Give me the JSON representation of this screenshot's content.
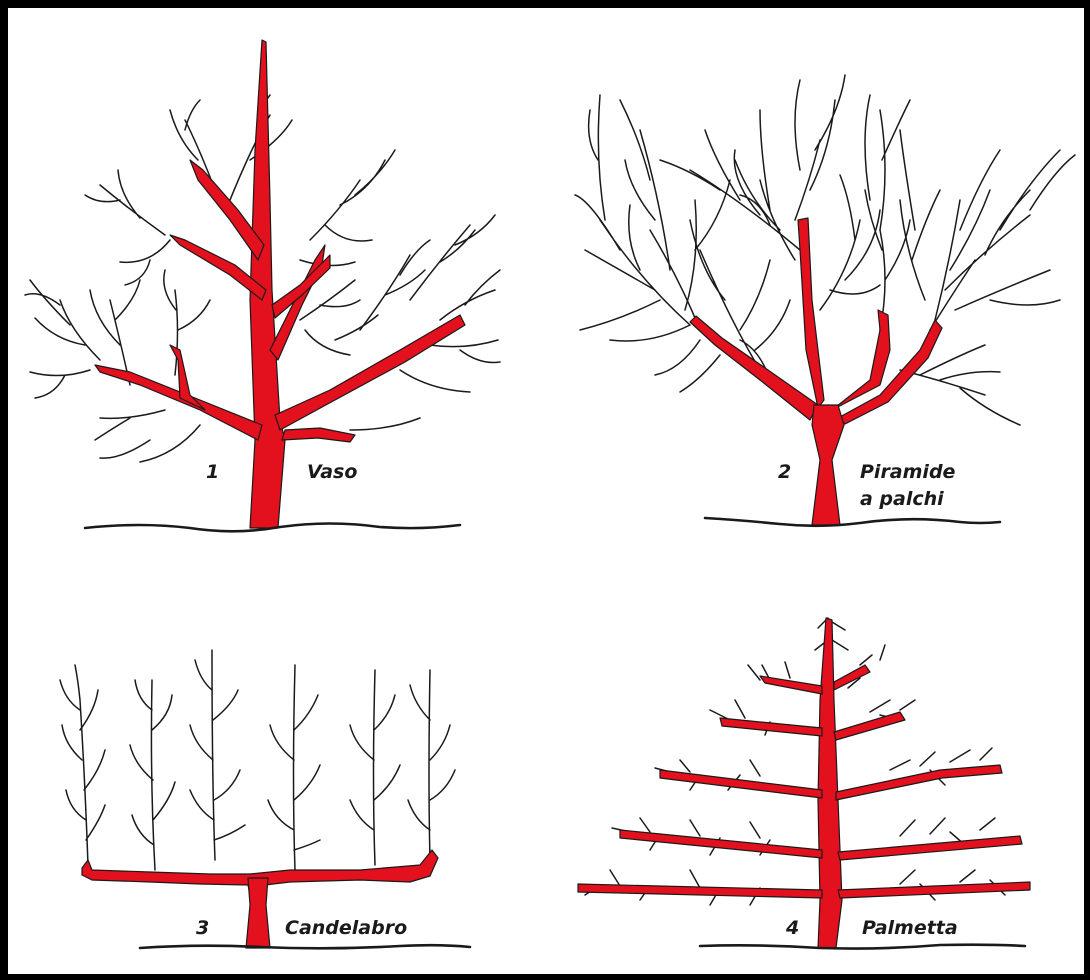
{
  "colors": {
    "frame": "#000000",
    "background": "#ffffff",
    "scaffold": "#e3101e",
    "outline": "#1a1a1a"
  },
  "panels": [
    {
      "number": "1",
      "name_lines": [
        "Vaso"
      ]
    },
    {
      "number": "2",
      "name_lines": [
        "Piramide",
        "a palchi"
      ]
    },
    {
      "number": "3",
      "name_lines": [
        "Candelabro"
      ]
    },
    {
      "number": "4",
      "name_lines": [
        "Palmetta"
      ]
    }
  ]
}
